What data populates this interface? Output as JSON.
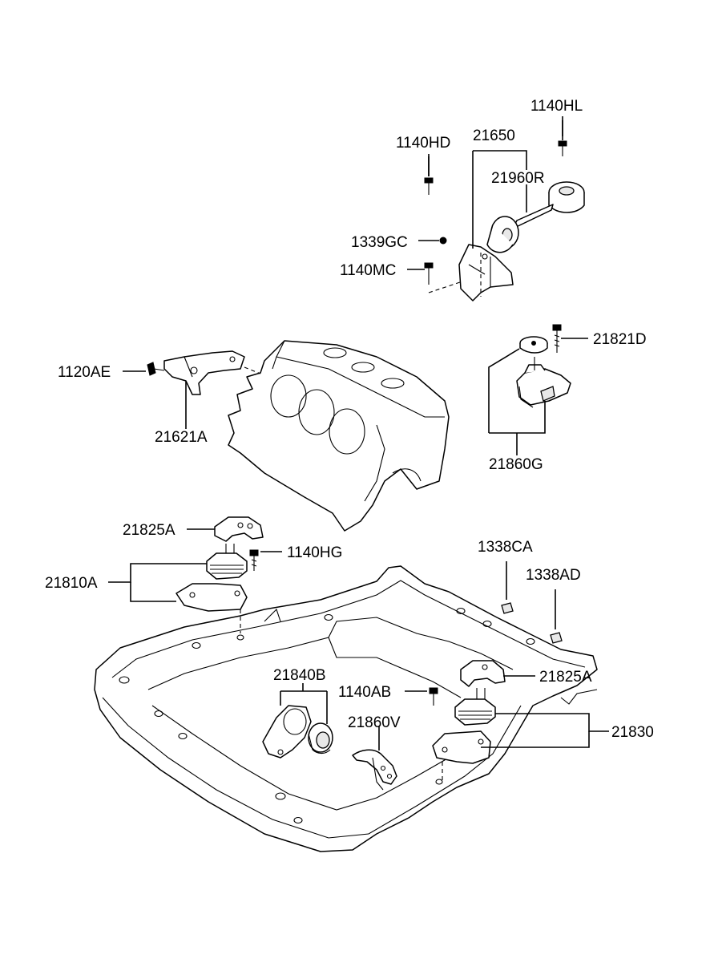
{
  "labels": {
    "p1140HL": "1140HL",
    "p1140HD": "1140HD",
    "p21650": "21650",
    "p21960R": "21960R",
    "p1339GC": "1339GC",
    "p1140MC": "1140MC",
    "p1120AE": "1120AE",
    "p21621A": "21621A",
    "p21821D": "21821D",
    "p21860G": "21860G",
    "p21825A_left": "21825A",
    "p1140HG": "1140HG",
    "p21810A": "21810A",
    "p1338CA": "1338CA",
    "p1338AD": "1338AD",
    "p21840B": "21840B",
    "p1140AB": "1140AB",
    "p21825A_right": "21825A",
    "p21860V": "21860V",
    "p21830": "21830"
  }
}
